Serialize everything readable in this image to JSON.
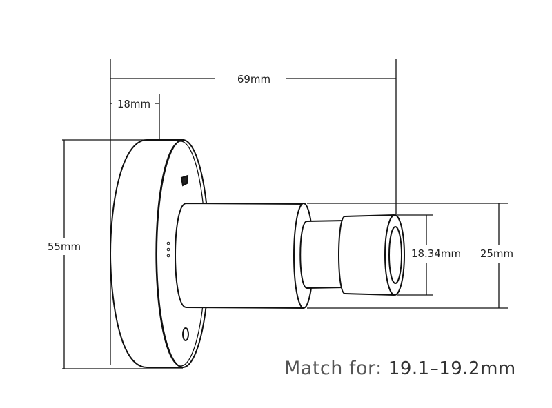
{
  "dimensions": {
    "overall_length": "69mm",
    "base_thickness": "18mm",
    "base_diameter": "55mm",
    "lens_diameter": "18.34mm",
    "barrel_diameter": "25mm"
  },
  "note": {
    "label": "Match for:",
    "value": "19.1–19.2mm"
  },
  "colors": {
    "line": "#111111",
    "text": "#555555"
  }
}
